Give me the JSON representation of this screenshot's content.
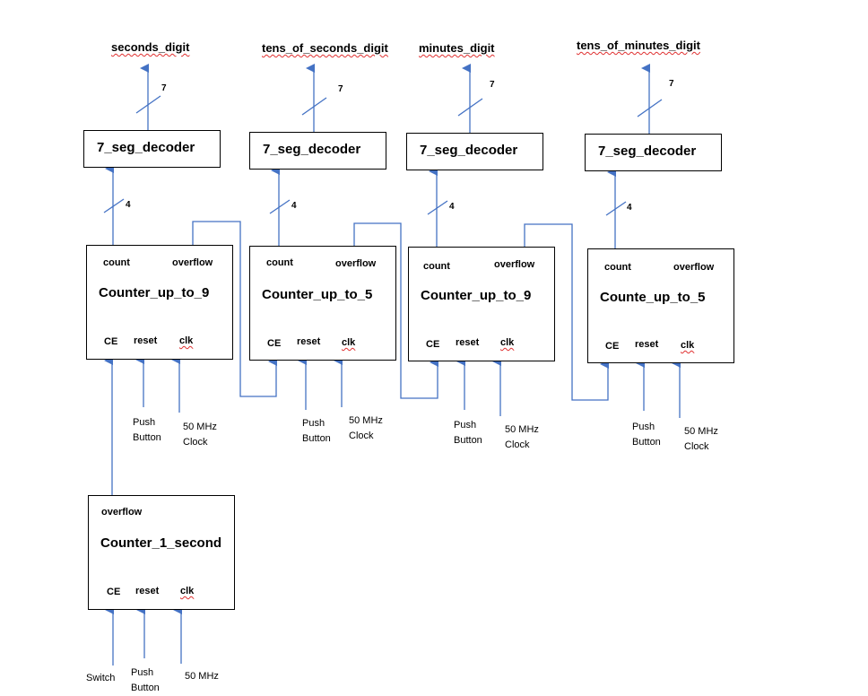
{
  "outputs": [
    "seconds_digit",
    "tens_of_seconds_digit",
    "minutes_digit",
    "tens_of_minutes_digit"
  ],
  "decoder_label": "7_seg_decoder",
  "bus_widths": {
    "out": "7",
    "in": "4"
  },
  "counters": [
    {
      "title": "Counter_up_to_9"
    },
    {
      "title": "Counter_up_to_5"
    },
    {
      "title": "Counter_up_to_9"
    },
    {
      "title": "Counte_up_to_5"
    }
  ],
  "prescaler": {
    "title": "Counter_1_second"
  },
  "ports": {
    "count": "count",
    "overflow": "overflow",
    "ce": "CE",
    "reset": "reset",
    "clk": "clk"
  },
  "inputs": {
    "push_line1": "Push",
    "push_line2": "Button",
    "clock_line1": "50 MHz",
    "clock_line2": "Clock",
    "switch": "Switch"
  },
  "colors": {
    "wire": "#4472c4",
    "box_border": "#000000",
    "spellcheck": "#e03030"
  }
}
